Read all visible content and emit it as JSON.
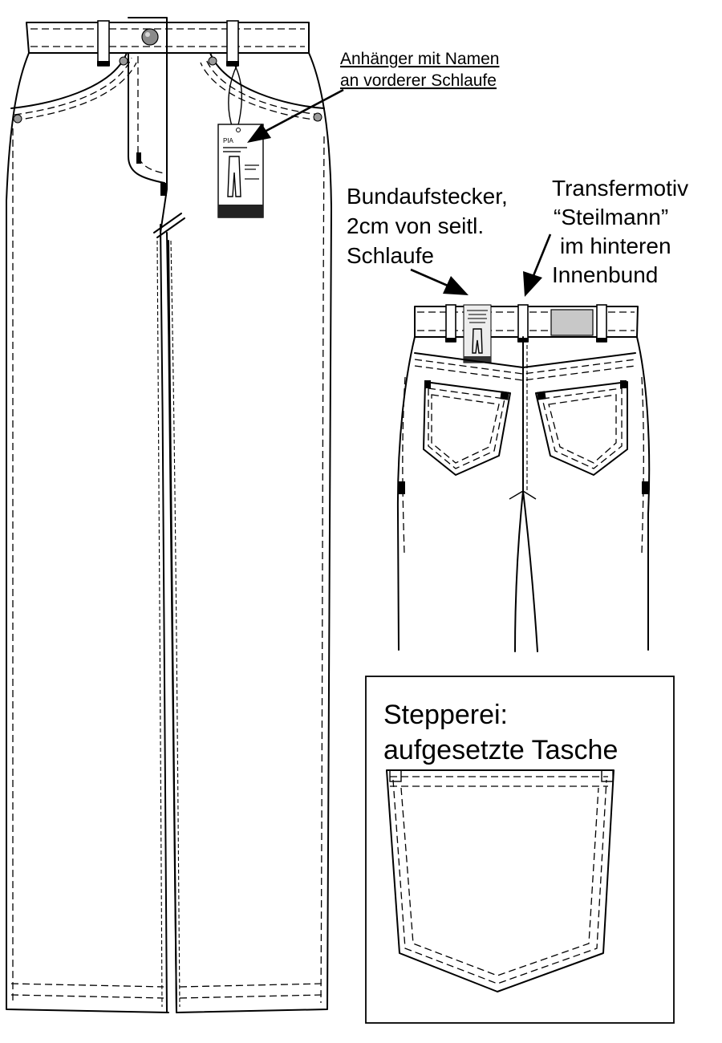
{
  "labels": {
    "tag_annotation": [
      "Anhänger mit Namen",
      "an vorderer Schlaufe"
    ],
    "waist_tag_annotation": [
      "Bundaufstecker,",
      "2cm von seitl.",
      "Schlaufe"
    ],
    "transfer_annotation": [
      "Transfermotiv",
      "“Steilmann”",
      "im hinteren",
      "Innenbund"
    ],
    "stitching_box": [
      "Stepperei:",
      "aufgesetzte Tasche"
    ]
  },
  "hang_tag": {
    "brand": "PIA"
  },
  "colors": {
    "ink": "#000000",
    "paper": "#ffffff",
    "rivet": "#9a9a9a",
    "patch": "#c8c8c8",
    "tag_band": "#222222"
  }
}
